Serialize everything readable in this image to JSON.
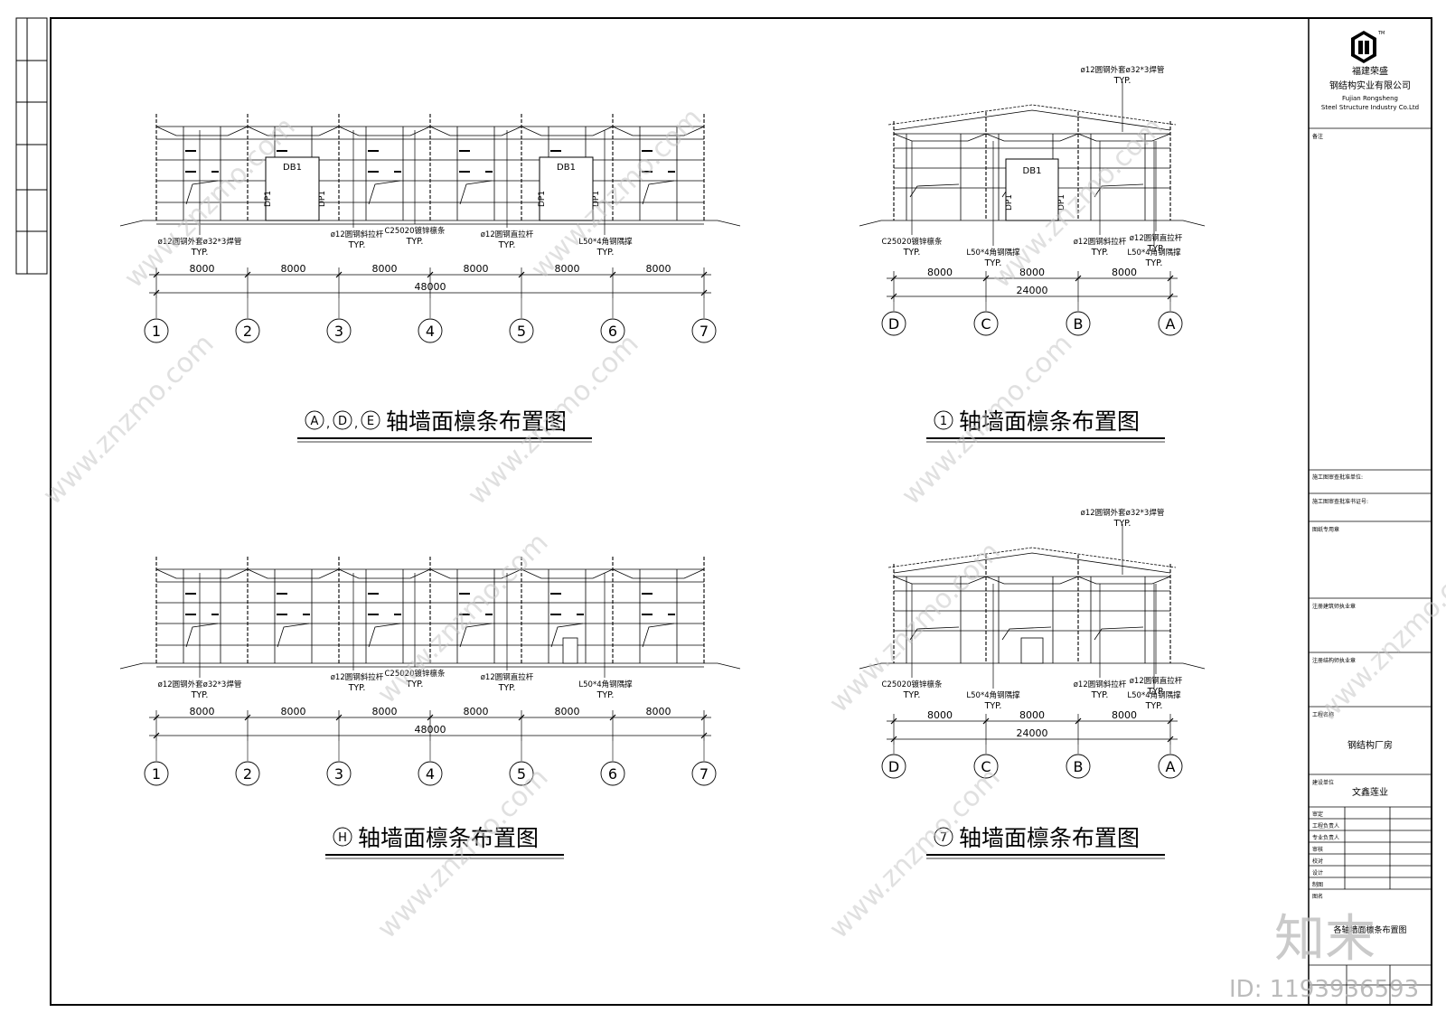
{
  "company": {
    "name_cn": "福建荣盛",
    "name_cn2": "钢结构实业有限公司",
    "name_en1": "Fujian Rongsheng",
    "name_en2": "Steel Structure Industry Co.Ltd",
    "logo_icon": "rongsheng-logo-icon"
  },
  "title_block": {
    "remarks_label": "备注",
    "approval_unit": "施工图审查批准单位:",
    "approval_cert": "施工图审查批准书证号:",
    "special_seal": "图纸专用章",
    "arch_stamp": "注册建筑师执业章",
    "struct_stamp": "注册结构师执业章",
    "project_label": "工程名称",
    "project_name": "钢结构厂房",
    "client_label": "建设单位",
    "client_name": "文鑫莲业",
    "roles": [
      "审定",
      "工程负责人",
      "专业负责人",
      "审核",
      "校对",
      "设计",
      "制图"
    ],
    "drawing_label": "图名",
    "drawing_name": "各轴墙面檩条布置图"
  },
  "watermark": {
    "brand": "知末",
    "id_text": "ID: 1193936593",
    "site": "www.znzmo.com"
  },
  "views": {
    "top_left": {
      "title": "轴墙面檩条布置图",
      "axis_tags": [
        "A",
        "D",
        "E"
      ],
      "spans": [
        "8000",
        "8000",
        "8000",
        "8000",
        "8000",
        "8000"
      ],
      "total": "48000",
      "axes": [
        "1",
        "2",
        "3",
        "4",
        "5",
        "6",
        "7"
      ],
      "door_label": "DB1",
      "door_post": "DP1",
      "callouts": [
        {
          "text": "ø12圆钢外套ø32*3焊管",
          "typ": "TYP."
        },
        {
          "text": "ø12圆钢斜拉杆",
          "typ": "TYP."
        },
        {
          "text": "C25020镀锌檩条",
          "typ": "TYP."
        },
        {
          "text": "ø12圆钢直拉杆",
          "typ": "TYP."
        },
        {
          "text": "L50*4角钢隅撑",
          "typ": "TYP."
        }
      ]
    },
    "top_right": {
      "title": "轴墙面檩条布置图",
      "axis_tags": [
        "1"
      ],
      "spans": [
        "8000",
        "8000",
        "8000"
      ],
      "total": "24000",
      "axes": [
        "D",
        "C",
        "B",
        "A"
      ],
      "door_label": "DB1",
      "door_post": "DP1",
      "top_callout": {
        "text": "ø12圆钢外套ø32*3焊管",
        "typ": "TYP."
      },
      "callouts": [
        {
          "text": "C25020镀锌檩条",
          "typ": "TYP."
        },
        {
          "text": "L50*4角钢隅撑",
          "typ": "TYP."
        },
        {
          "text": "ø12圆钢斜拉杆",
          "typ": "TYP."
        },
        {
          "text": "L50*4角钢隅撑",
          "typ": "TYP."
        },
        {
          "text": "ø12圆钢直拉杆",
          "typ": "TYP."
        }
      ]
    },
    "bottom_left": {
      "title": "轴墙面檩条布置图",
      "axis_tags": [
        "H"
      ],
      "spans": [
        "8000",
        "8000",
        "8000",
        "8000",
        "8000",
        "8000"
      ],
      "total": "48000",
      "axes": [
        "1",
        "2",
        "3",
        "4",
        "5",
        "6",
        "7"
      ],
      "callouts": [
        {
          "text": "ø12圆钢外套ø32*3焊管",
          "typ": "TYP."
        },
        {
          "text": "ø12圆钢斜拉杆",
          "typ": "TYP."
        },
        {
          "text": "C25020镀锌檩条",
          "typ": "TYP."
        },
        {
          "text": "ø12圆钢直拉杆",
          "typ": "TYP."
        },
        {
          "text": "L50*4角钢隅撑",
          "typ": "TYP."
        }
      ]
    },
    "bottom_right": {
      "title": "轴墙面檩条布置图",
      "axis_tags": [
        "7"
      ],
      "spans": [
        "8000",
        "8000",
        "8000"
      ],
      "total": "24000",
      "axes": [
        "D",
        "C",
        "B",
        "A"
      ],
      "top_callout": {
        "text": "ø12圆钢外套ø32*3焊管",
        "typ": "TYP."
      },
      "callouts": [
        {
          "text": "C25020镀锌檩条",
          "typ": "TYP."
        },
        {
          "text": "L50*4角钢隅撑",
          "typ": "TYP."
        },
        {
          "text": "ø12圆钢斜拉杆",
          "typ": "TYP."
        },
        {
          "text": "L50*4角钢隅撑",
          "typ": "TYP."
        },
        {
          "text": "ø12圆钢直拉杆",
          "typ": "TYP."
        }
      ]
    }
  }
}
